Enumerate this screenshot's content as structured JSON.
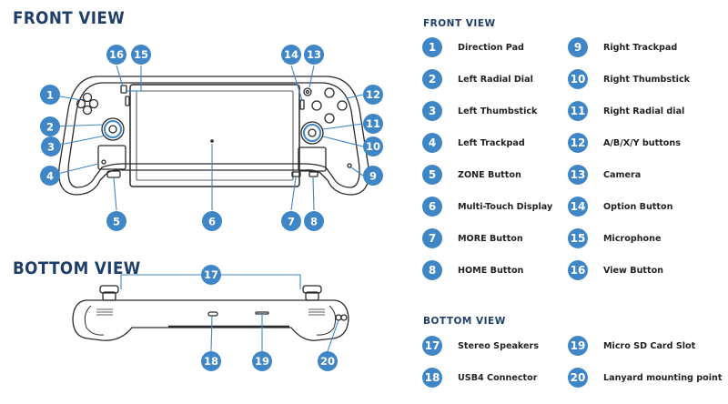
{
  "titles": {
    "front_view_big": "FRONT VIEW",
    "bottom_view_big": "BOTTOM VIEW",
    "front_view_small": "FRONT VIEW",
    "bottom_view_small": "BOTTOM VIEW"
  },
  "colors": {
    "accent": "#3f86c6",
    "title": "#1f3f6a",
    "outline": "#2a2a2a"
  },
  "legend_front": [
    {
      "num": "1",
      "label": "Direction Pad"
    },
    {
      "num": "2",
      "label": "Left Radial Dial"
    },
    {
      "num": "3",
      "label": "Left Thumbstick"
    },
    {
      "num": "4",
      "label": "Left Trackpad"
    },
    {
      "num": "5",
      "label": "ZONE Button"
    },
    {
      "num": "6",
      "label": "Multi-Touch Display"
    },
    {
      "num": "7",
      "label": "MORE Button"
    },
    {
      "num": "8",
      "label": "HOME Button"
    },
    {
      "num": "9",
      "label": "Right Trackpad"
    },
    {
      "num": "10",
      "label": "Right Thumbstick"
    },
    {
      "num": "11",
      "label": "Right Radial dial"
    },
    {
      "num": "12",
      "label": "A/B/X/Y buttons"
    },
    {
      "num": "13",
      "label": "Camera"
    },
    {
      "num": "14",
      "label": "Option Button"
    },
    {
      "num": "15",
      "label": "Microphone"
    },
    {
      "num": "16",
      "label": "View Button"
    }
  ],
  "legend_bottom": [
    {
      "num": "17",
      "label": "Stereo Speakers"
    },
    {
      "num": "18",
      "label": "USB4 Connector"
    },
    {
      "num": "19",
      "label": "Micro SD Card Slot"
    },
    {
      "num": "20",
      "label": "Lanyard mounting point"
    }
  ],
  "callouts": [
    "1",
    "2",
    "3",
    "4",
    "5",
    "6",
    "7",
    "8",
    "9",
    "10",
    "11",
    "12",
    "13",
    "14",
    "15",
    "16",
    "17",
    "18",
    "19",
    "20"
  ]
}
